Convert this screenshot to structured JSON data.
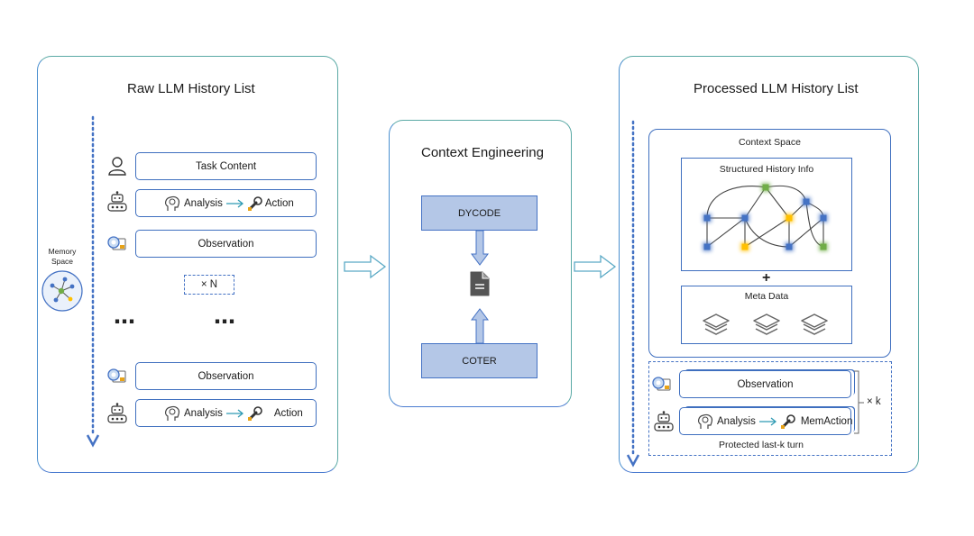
{
  "left_panel": {
    "title": "Raw LLM History List",
    "memory_label_line1": "Memory",
    "memory_label_line2": "Space",
    "task_content": "Task Content",
    "analysis": "Analysis",
    "action": "Action",
    "observation": "Observation",
    "repeat": "× N",
    "ellipsis": "⋯"
  },
  "middle_panel": {
    "title": "Context Engineering",
    "dycode": "DYCODE",
    "coter": "COTER"
  },
  "right_panel": {
    "title": "Processed LLM History List",
    "context_space": "Context Space",
    "structured_history": "Structured History Info",
    "plus": "+",
    "meta_data": "Meta Data",
    "observation": "Observation",
    "analysis": "Analysis",
    "mem_action": "MemAction",
    "repeat_k": "× k",
    "protected": "Protected last-k turn"
  },
  "colors": {
    "panel_border": "#5aa9a5",
    "box_border": "#3f6fbf",
    "dotted_arrow": "#4472c4",
    "fill_box": "#b4c7e7",
    "node_blue": "#4472c4",
    "node_green": "#70ad47",
    "node_yellow": "#ffc000"
  },
  "icons": [
    "user-icon",
    "robot-icon",
    "observation-icon",
    "brain-icon",
    "wrench-icon",
    "document-icon",
    "layers-icon",
    "memory-graph-icon"
  ]
}
